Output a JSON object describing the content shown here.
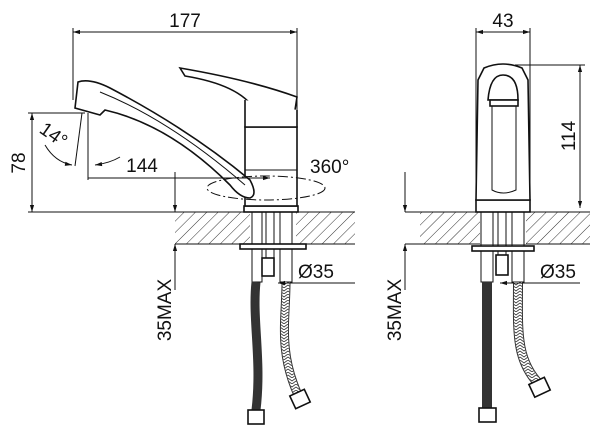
{
  "title": "Faucet dimension drawing",
  "side_view": {
    "overall_length": "177",
    "spout_reach": "144",
    "height": "78",
    "spout_angle": "14°",
    "swivel": "360°",
    "hole_diameter": "Ø35",
    "max_counter_thickness": "35MAX"
  },
  "front_view": {
    "width": "43",
    "height": "114",
    "hole_diameter": "Ø35",
    "max_counter_thickness": "35MAX"
  },
  "colors": {
    "line": "#111111",
    "background": "#ffffff"
  }
}
